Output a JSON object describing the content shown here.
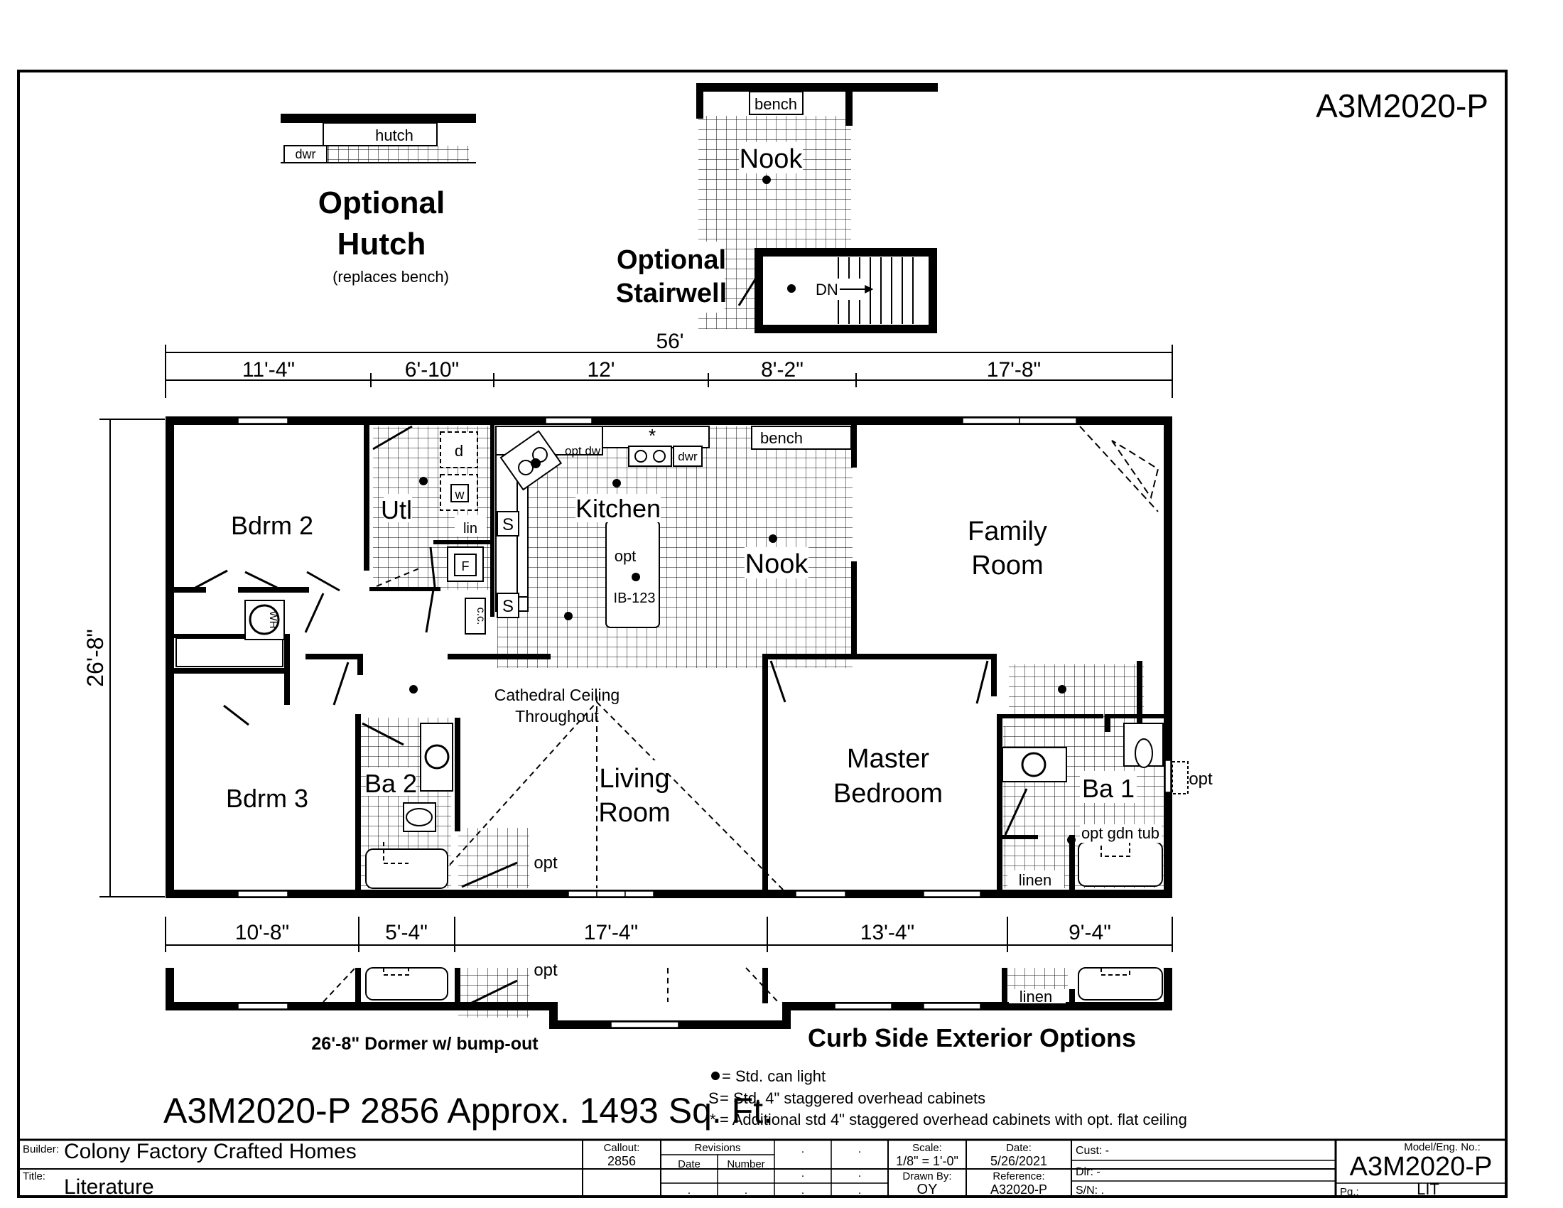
{
  "model_code": "A3M2020-P",
  "optional_hutch": {
    "title_line1": "Optional",
    "title_line2": "Hutch",
    "note": "(replaces bench)",
    "hutch_label": "hutch",
    "dwr_label": "dwr"
  },
  "optional_nook": {
    "bench_label": "bench",
    "nook_label": "Nook",
    "stair_title_line1": "Optional",
    "stair_title_line2": "Stairwell",
    "dn_label": "DN"
  },
  "top_dimensions": {
    "overall": "56'",
    "segments": [
      "11'-4\"",
      "6'-10\"",
      "12'",
      "8'-2\"",
      "17'-8\""
    ]
  },
  "side_dimension": "26'-8\"",
  "bottom_dimensions": [
    "10'-8\"",
    "5'-4\"",
    "17'-4\"",
    "13'-4\"",
    "9'-4\""
  ],
  "rooms": {
    "bdrm2": "Bdrm 2",
    "bdrm3": "Bdrm 3",
    "utl": "Utl",
    "kitchen": "Kitchen",
    "nook": "Nook",
    "family_line1": "Family",
    "family_line2": "Room",
    "living_line1": "Living",
    "living_line2": "Room",
    "master_line1": "Master",
    "master_line2": "Bedroom",
    "ba2": "Ba 2",
    "ba1": "Ba 1"
  },
  "fixtures": {
    "dryer": "d",
    "washer": "w",
    "linen_short": "lin",
    "furnace": "F",
    "water_heater": "WH",
    "closet": "c.c.",
    "shelf_s": "S",
    "opt_dw": "opt dw",
    "dwr": "dwr",
    "bench": "bench",
    "star": "*",
    "island_opt": "opt",
    "island_code": "IB-123",
    "linen": "linen",
    "opt": "opt",
    "opt_gdn_tub": "opt gdn tub"
  },
  "cathedral_line1": "Cathedral Ceiling",
  "cathedral_line2": "Throughout",
  "exterior": {
    "opt": "opt",
    "linen": "linen",
    "dormer_caption": "26'-8\" Dormer w/ bump-out",
    "curb_caption": "Curb Side Exterior Options"
  },
  "legend": {
    "can_light": "= Std. can light",
    "s_key": "S",
    "s_text": "= Std. 4\" staggered overhead cabinets",
    "star_key": "*",
    "star_text": "= Additional std 4\" staggered overhead cabinets with opt. flat ceiling"
  },
  "summary": "A3M2020-P 2856 Approx. 1493 Sq. Ft.",
  "title_block": {
    "builder_label": "Builder:",
    "builder": "Colony Factory Crafted Homes",
    "title_label": "Title:",
    "title": "Literature",
    "callout_label": "Callout:",
    "callout": "2856",
    "revisions_label": "Revisions",
    "date_col": "Date",
    "number_col": "Number",
    "dot": ".",
    "scale_label": "Scale:",
    "scale": "1/8\" = 1'-0\"",
    "drawn_label": "Drawn By:",
    "drawn": "OY",
    "date_label": "Date:",
    "date": "5/26/2021",
    "reference_label": "Reference:",
    "reference": "A32020-P",
    "cust": "Cust: -",
    "dlr": "Dlr:   -",
    "sn": "S/N:  .",
    "model_label": "Model/Eng. No.:",
    "model": "A3M2020-P",
    "pg_label": "Pg.:",
    "pg": "LIT"
  }
}
